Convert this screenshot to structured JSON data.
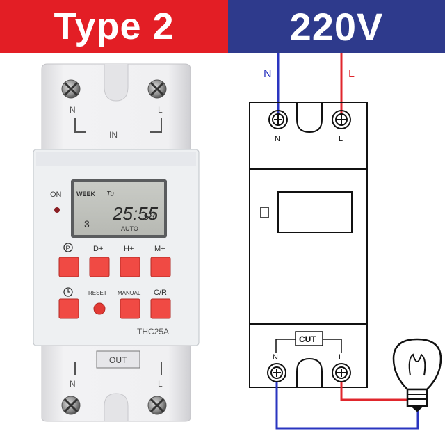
{
  "banner": {
    "type_label": "Type 2",
    "voltage_label": "220V"
  },
  "device": {
    "top_terminals": {
      "n": "N",
      "l": "L",
      "in": "IN"
    },
    "bottom_terminals": {
      "n": "N",
      "l": "L",
      "out": "OUT"
    },
    "lcd": {
      "week": "WEEK",
      "day": "Tu",
      "time": "25:55",
      "seconds": "58",
      "program": "3",
      "mode": "AUTO"
    },
    "indicator_label": "ON",
    "buttons_row1": [
      "D+",
      "H+",
      "M+"
    ],
    "buttons_row2": [
      "RESET",
      "MANUAL",
      "C/R"
    ],
    "model": "THC25A",
    "icons": [
      "program-icon",
      "clock-icon"
    ],
    "button_color": "#f04a44"
  },
  "diagram": {
    "supply_labels": {
      "n": "N",
      "l": "L"
    },
    "top_terminal_labels": {
      "n": "N",
      "l": "L"
    },
    "bottom_terminal_labels": {
      "n": "N",
      "l": "L"
    },
    "cut_label": "CUT",
    "wire_colors": {
      "neutral": "#2a35c0",
      "live": "#e0262c"
    },
    "load_icon": "light-bulb-icon"
  }
}
